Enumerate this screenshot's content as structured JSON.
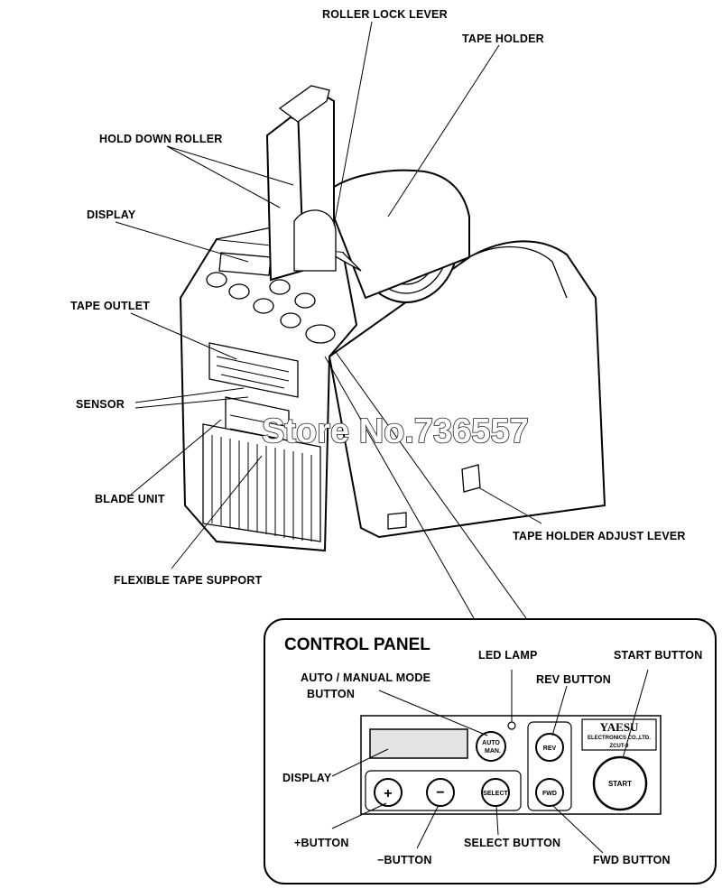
{
  "labels": {
    "roller_lock_lever": "ROLLER LOCK LEVER",
    "tape_holder": "TAPE HOLDER",
    "hold_down_roller": "HOLD DOWN ROLLER",
    "display": "DISPLAY",
    "tape_outlet": "TAPE OUTLET",
    "sensor": "SENSOR",
    "blade_unit": "BLADE UNIT",
    "flexible_tape_support": "FLEXIBLE TAPE SUPPORT",
    "tape_holder_adjust_lever": "TAPE HOLDER ADJUST LEVER"
  },
  "watermark": "Store No.736557",
  "control_panel": {
    "title": "CONTROL PANEL",
    "led_lamp": "LED LAMP",
    "start_button": "START BUTTON",
    "auto_manual_line1": "AUTO / MANUAL MODE",
    "auto_manual_line2": "BUTTON",
    "rev_button": "REV BUTTON",
    "display": "DISPLAY",
    "plus_button": "+BUTTON",
    "minus_button": "−BUTTON",
    "select_button": "SELECT BUTTON",
    "fwd_button": "FWD BUTTON",
    "btn_auto_line1": "AUTO",
    "btn_auto_line2": "MAN.",
    "btn_rev": "REV",
    "btn_start": "START",
    "btn_plus": "+",
    "btn_minus": "−",
    "btn_select": "SELECT",
    "btn_fwd": "FWD",
    "brand_name": "YAESU",
    "brand_line2": "ELECTRONICS CO.,LTD.",
    "brand_model": "ZCUT-9"
  }
}
